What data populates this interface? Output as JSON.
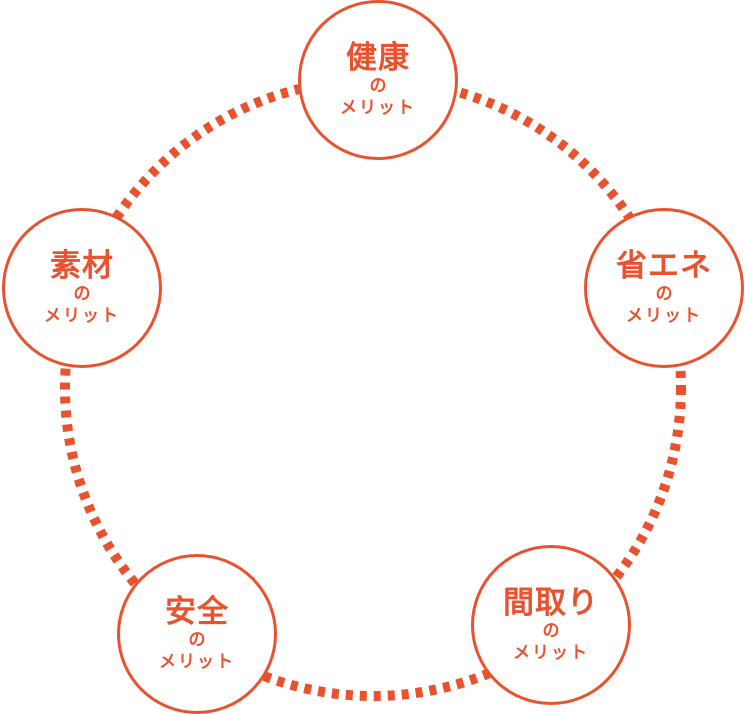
{
  "colors": {
    "accent": "#e8522f"
  },
  "nodes": [
    {
      "title": "健康",
      "particle": "の",
      "subtitle": "メリット"
    },
    {
      "title": "省エネ",
      "particle": "の",
      "subtitle": "メリット"
    },
    {
      "title": "間取り",
      "particle": "の",
      "subtitle": "メリット"
    },
    {
      "title": "安全",
      "particle": "の",
      "subtitle": "メリット"
    },
    {
      "title": "素材",
      "particle": "の",
      "subtitle": "メリット"
    }
  ]
}
